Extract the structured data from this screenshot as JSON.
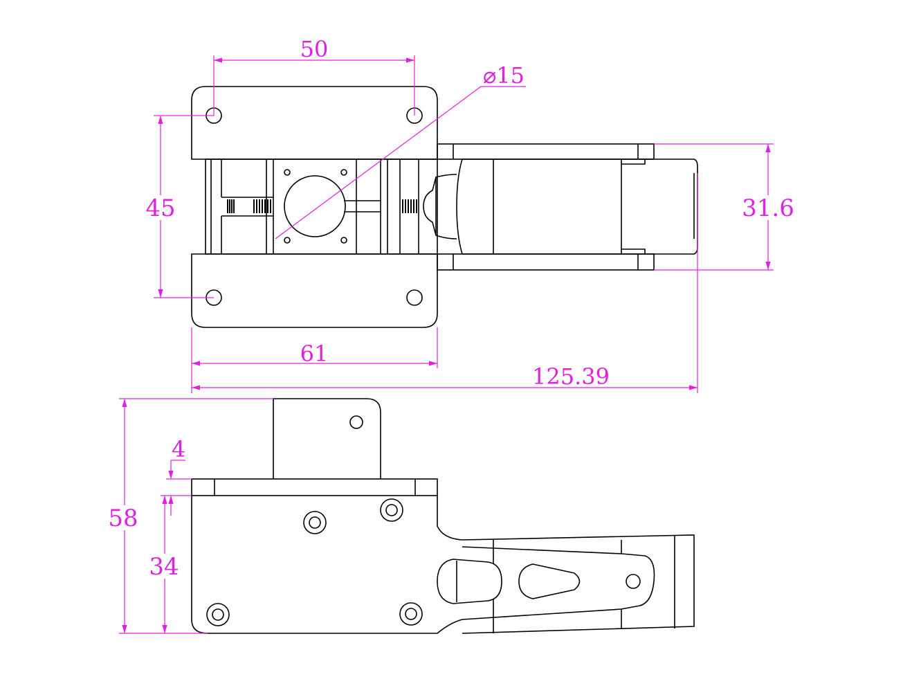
{
  "drawing": {
    "title": "Retract landing gear unit dimension drawing",
    "line_color": "#000000",
    "dimension_color": "#e020e0",
    "top_view": {
      "dim_hole_spacing_width": "50",
      "dim_bore_diameter": "⌀15",
      "dim_hole_spacing_height": "45",
      "dim_motor_height": "31.6",
      "dim_plate_width": "61",
      "dim_overall_length": "125.39"
    },
    "side_view": {
      "dim_overall_height": "58",
      "dim_flange_thickness": "4",
      "dim_body_height": "34"
    }
  }
}
